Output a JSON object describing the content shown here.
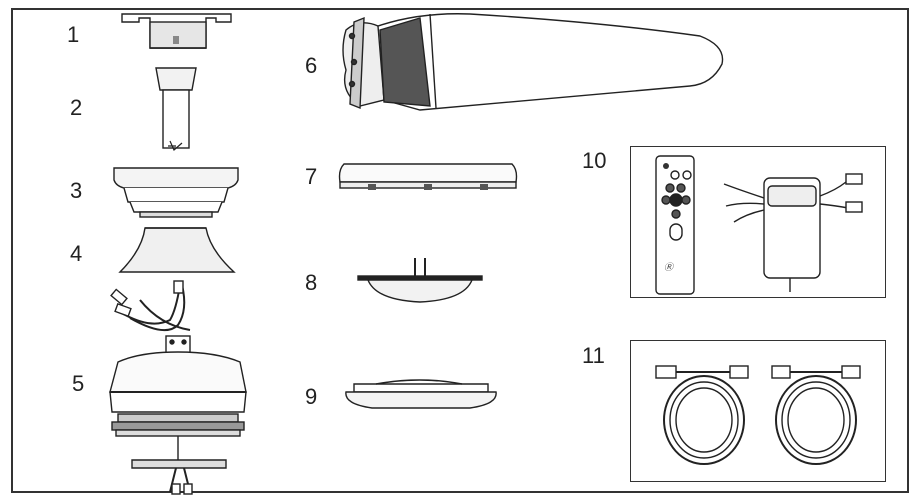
{
  "parts": [
    {
      "number": "1",
      "icon": "mounting-bracket-icon"
    },
    {
      "number": "2",
      "icon": "downrod-icon"
    },
    {
      "number": "3",
      "icon": "canopy-icon"
    },
    {
      "number": "4",
      "icon": "canopy-cover-icon"
    },
    {
      "number": "5",
      "icon": "motor-assembly-icon"
    },
    {
      "number": "6",
      "icon": "fan-blade-icon"
    },
    {
      "number": "7",
      "icon": "switch-housing-icon"
    },
    {
      "number": "8",
      "icon": "light-kit-icon"
    },
    {
      "number": "9",
      "icon": "light-cover-icon"
    },
    {
      "number": "10",
      "icon": "remote-and-receiver-icon"
    },
    {
      "number": "11",
      "icon": "extension-cables-icon"
    }
  ]
}
